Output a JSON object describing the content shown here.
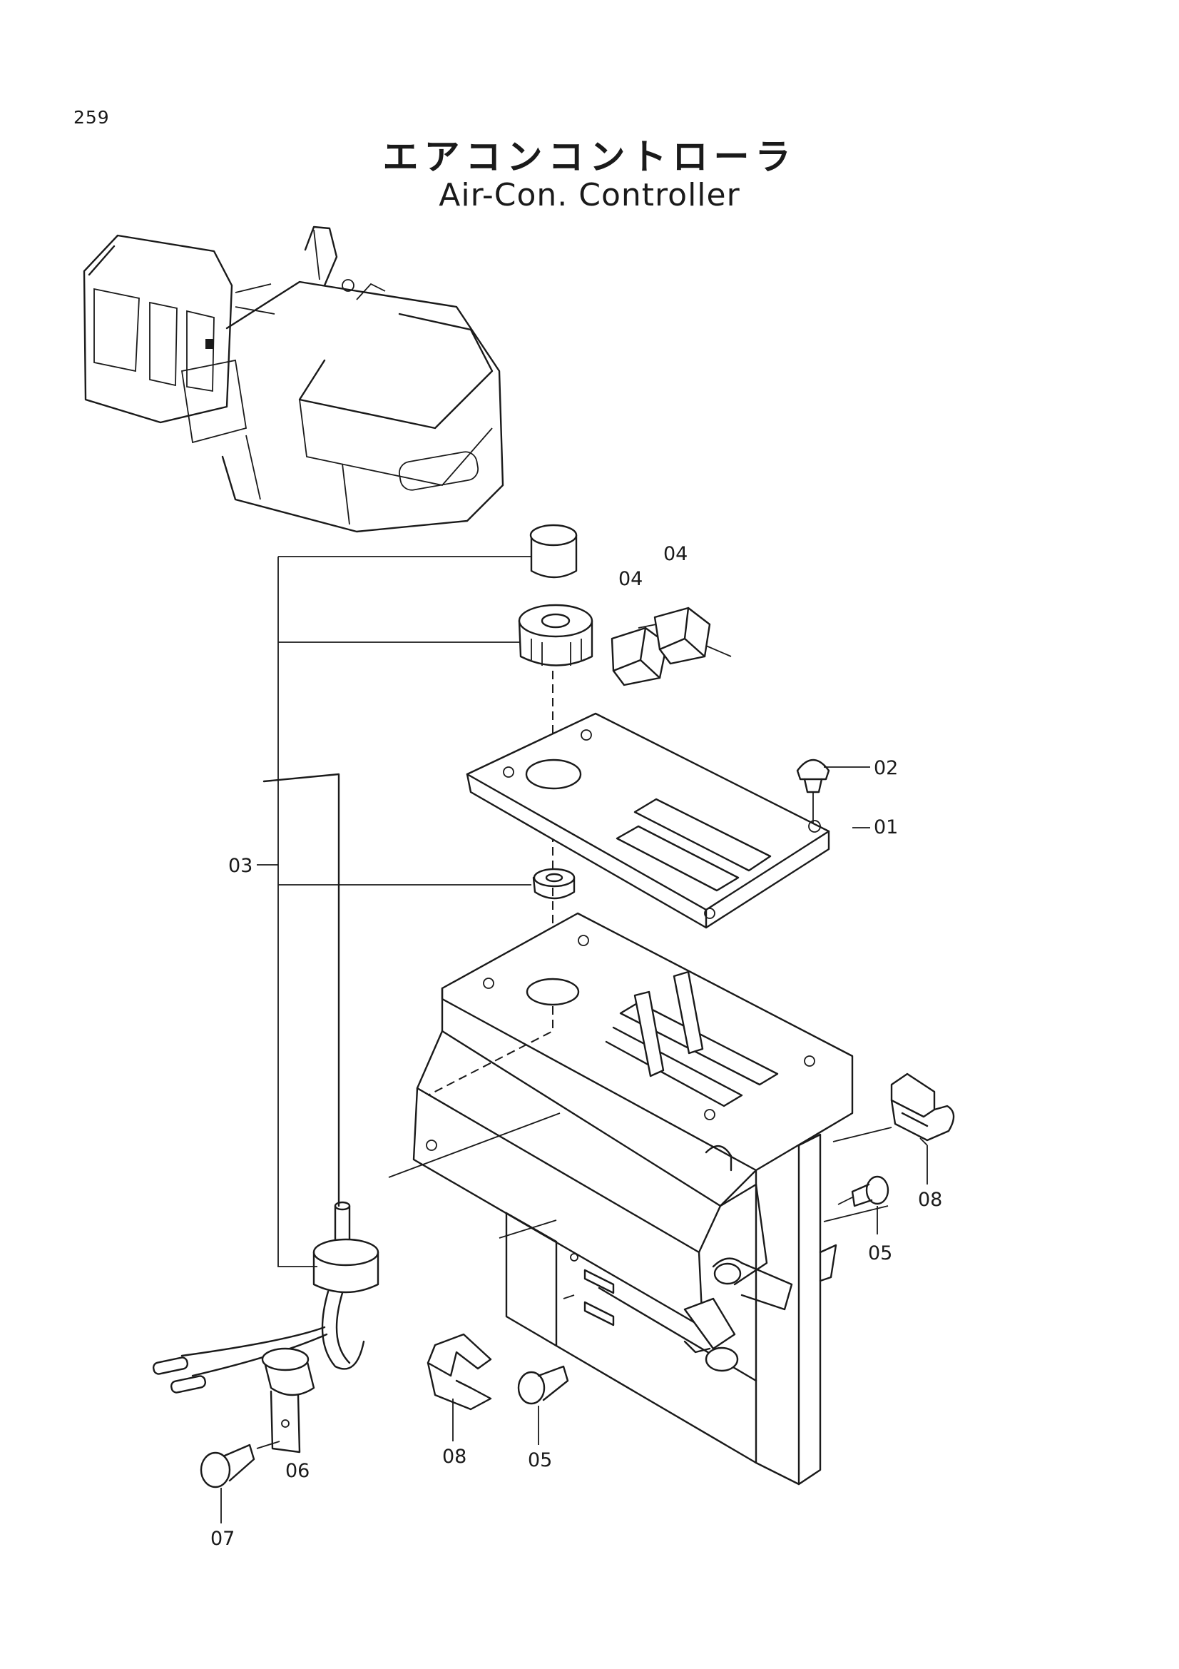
{
  "page": {
    "number": "259"
  },
  "title": {
    "japanese": "エアコンコントローラ",
    "english": "Air-Con. Controller"
  },
  "callouts": {
    "c01": "01",
    "c02": "02",
    "c03": "03",
    "c04a": "04",
    "c04b": "04",
    "c05a": "05",
    "c05b": "05",
    "c06": "06",
    "c07": "07",
    "c08a": "08",
    "c08b": "08"
  }
}
